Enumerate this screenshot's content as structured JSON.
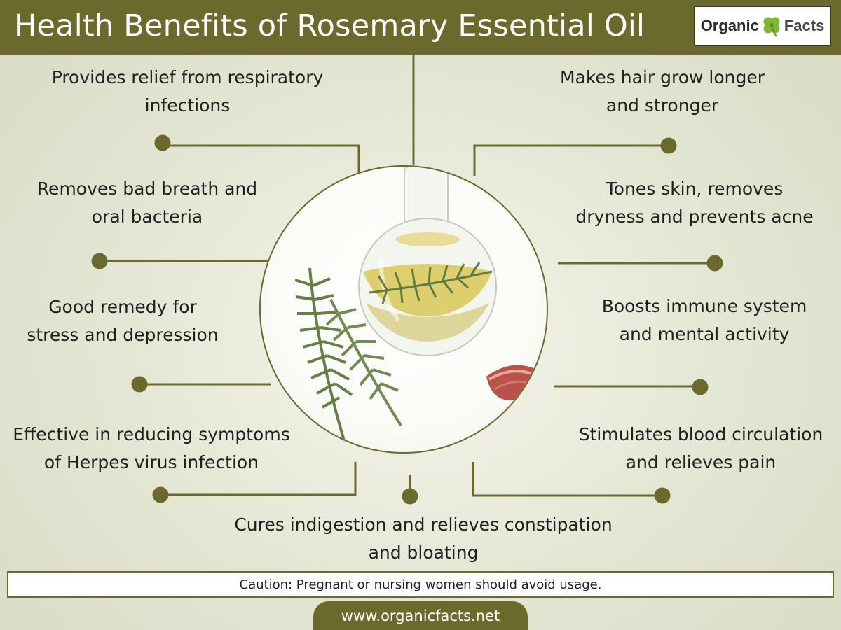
{
  "title": "Health Benefits of Rosemary Essential Oil",
  "logo": {
    "word1": "Organic",
    "word2": "Facts",
    "icon": "four-leaf-clover-icon"
  },
  "benefits_left": [
    {
      "line1": "Provides relief from respiratory",
      "line2": "infections"
    },
    {
      "line1": "Removes bad breath and",
      "line2": "oral bacteria"
    },
    {
      "line1": "Good remedy for",
      "line2": "stress and depression"
    },
    {
      "line1": "Effective in reducing symptoms",
      "line2": "of Herpes virus infection"
    }
  ],
  "benefits_right": [
    {
      "line1": "Makes hair grow longer",
      "line2": "and stronger"
    },
    {
      "line1": "Tones skin, removes",
      "line2": "dryness and prevents acne"
    },
    {
      "line1": "Boosts immune system",
      "line2": "and mental activity"
    },
    {
      "line1": "Stimulates blood circulation",
      "line2": "and relieves pain"
    }
  ],
  "benefit_bottom": {
    "line1": "Cures indigestion and relieves constipation",
    "line2": "and bloating"
  },
  "caution": "Caution: Pregnant or nursing women should avoid usage.",
  "website": "www.organicfacts.net",
  "colors": {
    "accent": "#6b6a2c",
    "text": "#1f1f1f",
    "oil": "#d9c95a",
    "rosemary": "#5f7d3e"
  }
}
